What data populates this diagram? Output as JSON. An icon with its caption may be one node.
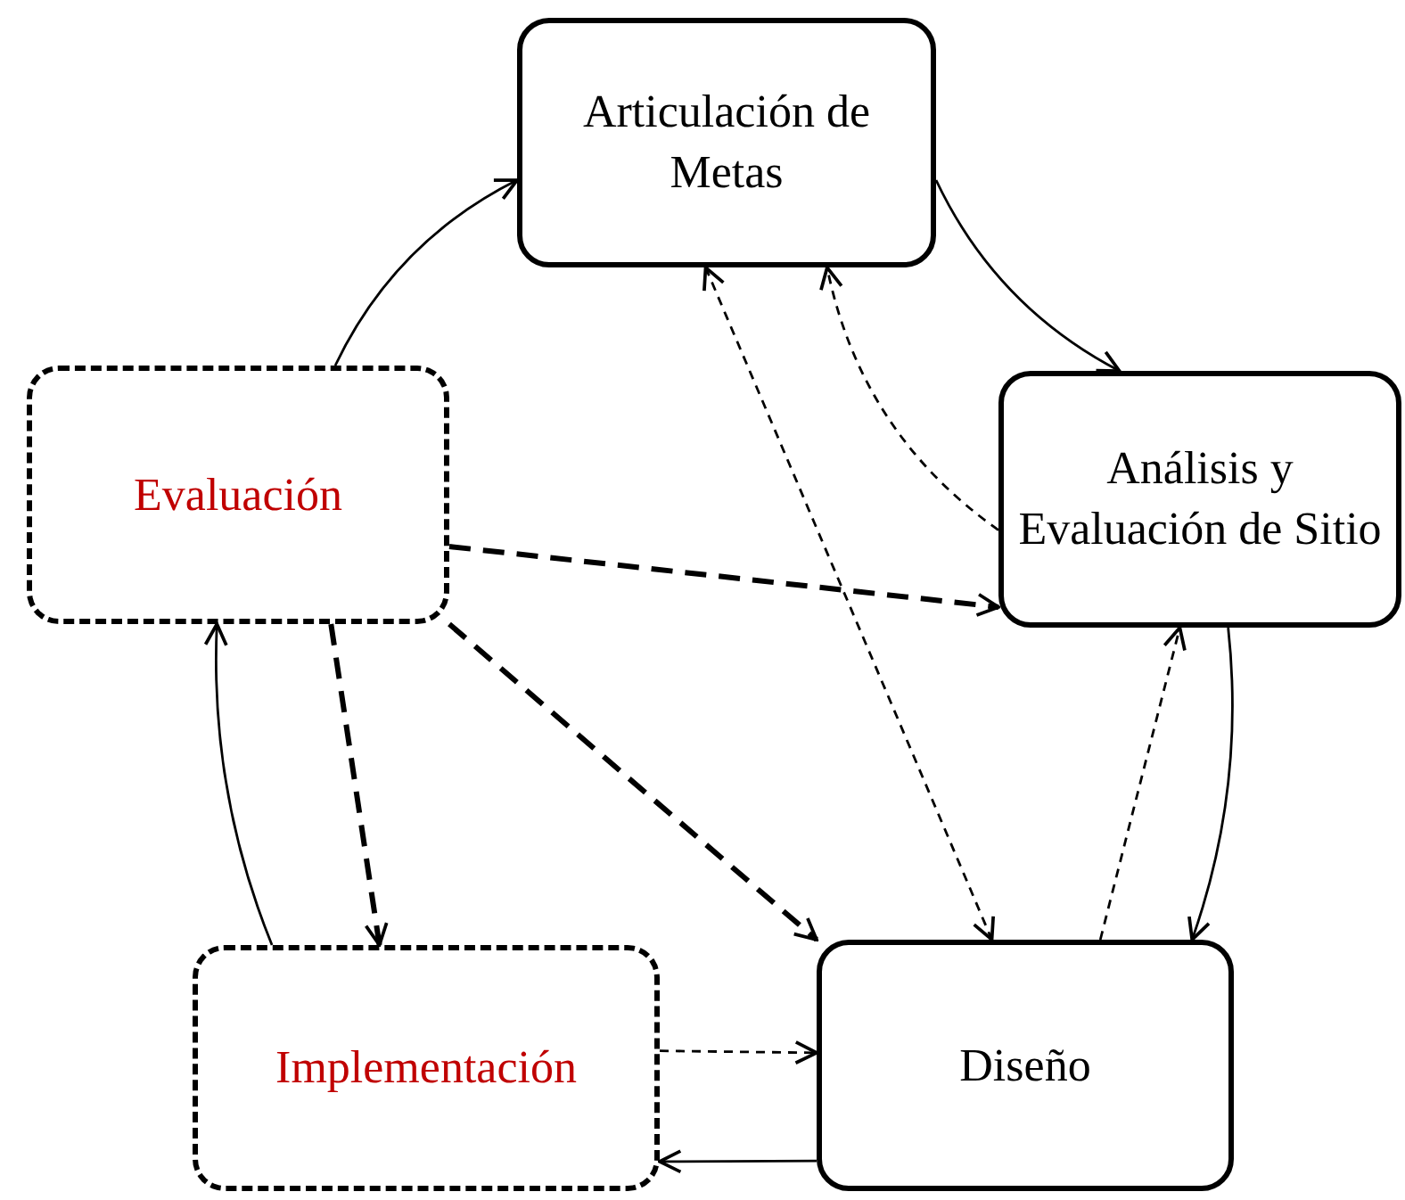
{
  "diagram": {
    "nodes": [
      {
        "text": [
          "Articulación de Metas"
        ]
      },
      {
        "text": [
          "Análisis y Evaluación de Sitio"
        ]
      },
      {
        "text": [
          "Evaluación"
        ]
      },
      {
        "text": [
          "Implementación"
        ]
      },
      {
        "text": [
          "Diseño"
        ]
      }
    ],
    "edges": [
      {
        "from": 2,
        "to": 0,
        "arrow": "to"
      },
      {
        "from": 0,
        "to": 1,
        "arrow": "to"
      },
      {
        "from": 1,
        "to": 4,
        "arrow": "to"
      },
      {
        "from": 4,
        "to": 3,
        "arrow": "to"
      },
      {
        "from": 3,
        "to": 2,
        "arrow": "to"
      },
      {
        "from": 2,
        "to": 1,
        "arrow": "to",
        "style": "dashed"
      },
      {
        "from": 2,
        "to": 4,
        "arrow": "to",
        "style": "dashed"
      },
      {
        "from": 2,
        "to": 3,
        "arrow": "to",
        "style": "dashed"
      },
      {
        "from": 3,
        "to": 4,
        "arrow": "to",
        "style": "dashed"
      },
      {
        "from": 4,
        "to": 1,
        "arrow": "to",
        "style": "dashed"
      },
      {
        "from": 1,
        "to": 0,
        "arrow": "to",
        "style": "dashed"
      },
      {
        "from": 0,
        "to": 4,
        "arrow": "both",
        "style": "dashed"
      }
    ]
  }
}
